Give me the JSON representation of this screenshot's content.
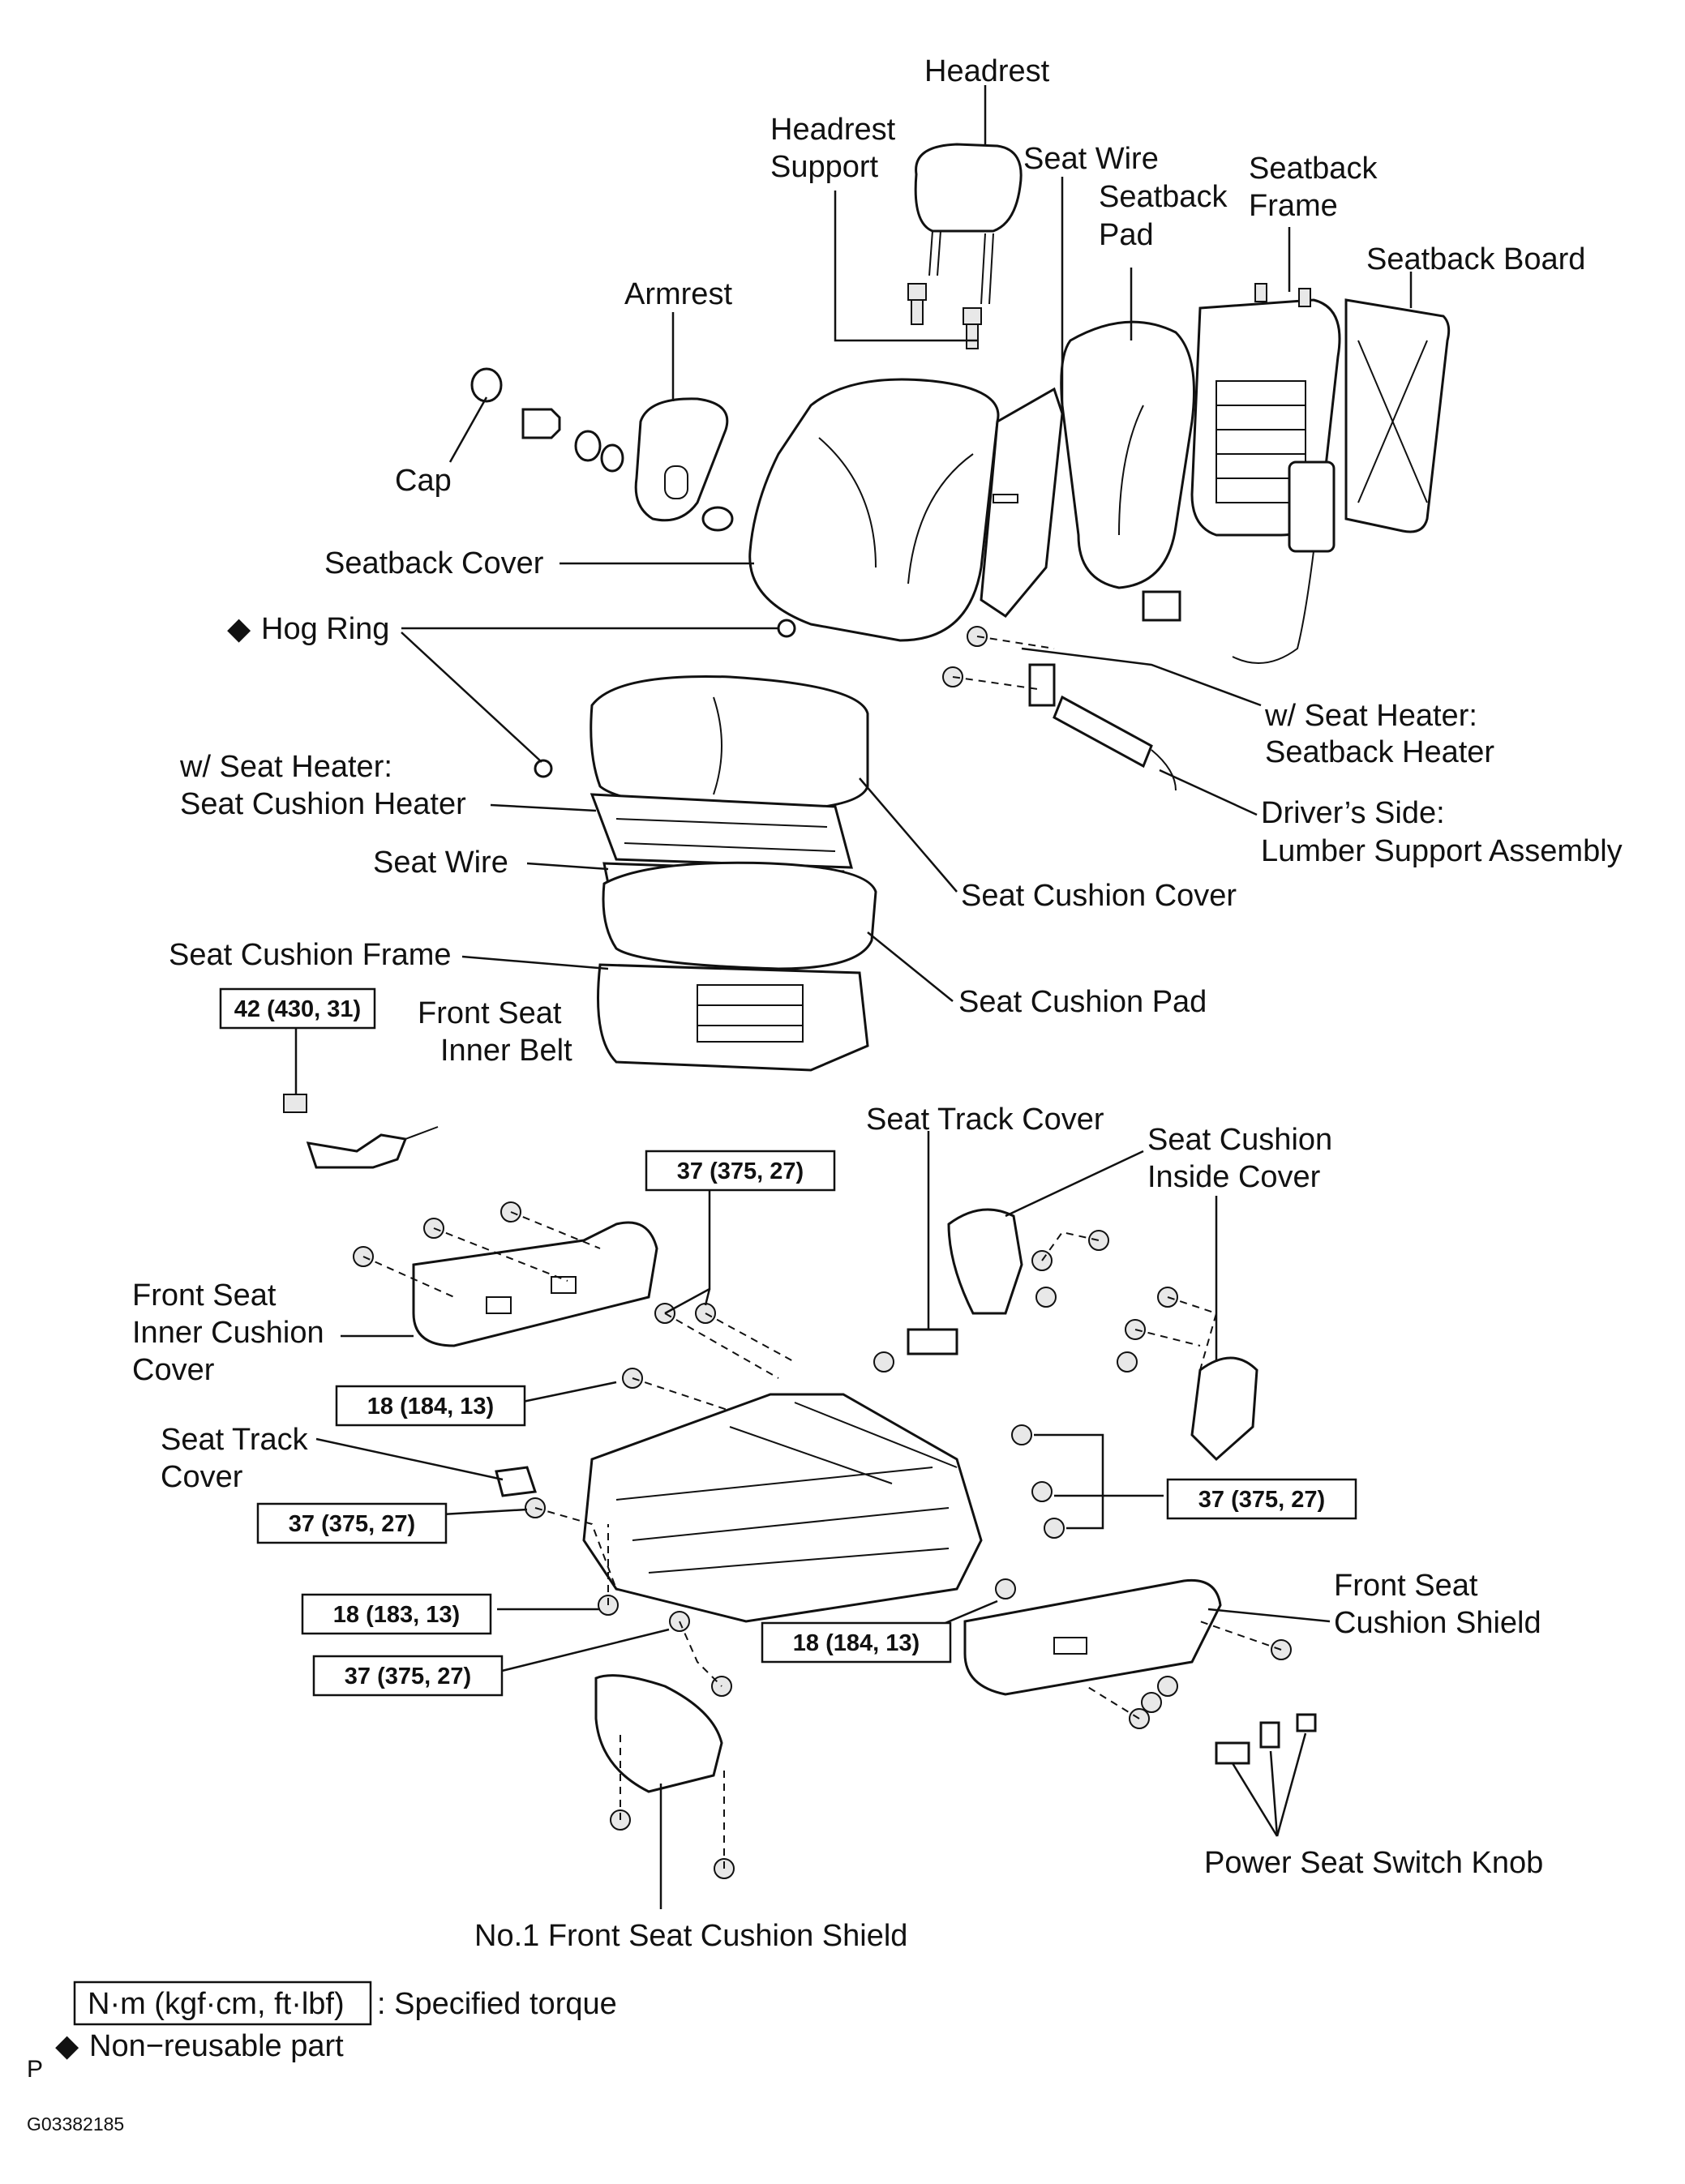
{
  "labels": {
    "headrest": "Headrest",
    "headrest_support_1": "Headrest",
    "headrest_support_2": "Support",
    "seat_wire_top": "Seat Wire",
    "seatback_pad_1": "Seatback",
    "seatback_pad_2": "Pad",
    "seatback_frame_1": "Seatback",
    "seatback_frame_2": "Frame",
    "seatback_board": "Seatback Board",
    "armrest": "Armrest",
    "cap": "Cap",
    "seatback_cover": "Seatback Cover",
    "hog_ring": "Hog Ring",
    "seatback_heater_1": "w/ Seat Heater:",
    "seatback_heater_2": "Seatback Heater",
    "lumber_1": "Driver’s Side:",
    "lumber_2": "Lumber Support Assembly",
    "cushion_heater_1": "w/ Seat Heater:",
    "cushion_heater_2": "Seat Cushion Heater",
    "seat_wire": "Seat Wire",
    "seat_cushion_cover": "Seat Cushion Cover",
    "seat_cushion_frame": "Seat Cushion Frame",
    "seat_cushion_pad": "Seat Cushion Pad",
    "inner_belt_1": "Front Seat",
    "inner_belt_2": "Inner Belt",
    "track_cover_top": "Seat Track Cover",
    "inside_cover_1": "Seat Cushion",
    "inside_cover_2": "Inside Cover",
    "inner_cushion_cover_1": "Front Seat",
    "inner_cushion_cover_2": "Inner Cushion",
    "inner_cushion_cover_3": "Cover",
    "track_cover_left_1": "Seat Track",
    "track_cover_left_2": "Cover",
    "cushion_shield_1": "Front Seat",
    "cushion_shield_2": "Cushion Shield",
    "switch_knob": "Power Seat Switch Knob",
    "no1_shield": "No.1 Front Seat Cushion Shield"
  },
  "torques": {
    "t42": "42 (430, 31)",
    "t37_top": "37 (375, 27)",
    "t18_184_a": "18 (184, 13)",
    "t37_right": "37 (375, 27)",
    "t37_left": "37 (375, 27)",
    "t18_183": "18 (183, 13)",
    "t18_184_b": "18 (184, 13)",
    "t37_bottom": "37 (375, 27)"
  },
  "legend": {
    "unit_box": "N·m (kgf·cm, ft·lbf)",
    "unit_desc": ": Specified torque",
    "nonreusable_symbol": "◆",
    "nonreusable_desc": "Non−reusable part"
  },
  "footer": {
    "p_mark": "P",
    "code": "G03382185"
  }
}
